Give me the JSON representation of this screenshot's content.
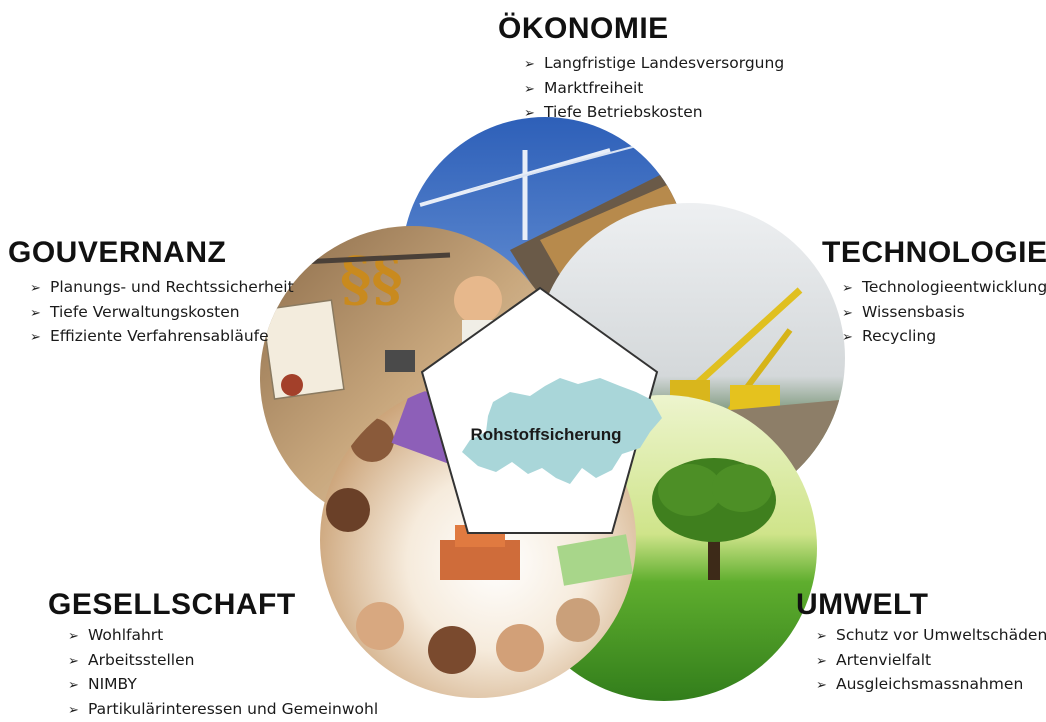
{
  "center": {
    "label": "Rohstoffsicherung"
  },
  "sections": {
    "oekonomie": {
      "title": "ÖKONOMIE",
      "items": [
        "Langfristige Landesversorgung",
        "Marktfreiheit",
        "Tiefe Betriebskosten"
      ]
    },
    "gouvernanz": {
      "title": "GOUVERNANZ",
      "items": [
        "Planungs- und Rechtssicherheit",
        "Tiefe Verwaltungskosten",
        "Effiziente Verfahrensabläufe"
      ]
    },
    "technologie": {
      "title": "TECHNOLOGIE",
      "items": [
        "Technologieentwicklung",
        "Wissensbasis",
        "Recycling"
      ]
    },
    "gesellschaft": {
      "title": "GESELLSCHAFT",
      "items": [
        "Wohlfahrt",
        "Arbeitsstellen",
        "NIMBY",
        "Partikulärinteressen und Gemeinwohl"
      ]
    },
    "umwelt": {
      "title": "UMWELT",
      "items": [
        "Schutz vor Umweltschäden",
        "Artenvielfalt",
        "Ausgleichsmassnahmen"
      ]
    }
  },
  "bullet_icon": "arrow-bullet-icon",
  "colors": {
    "switzerland_map": "#a9d6d9",
    "pentagon_fill": "#ffffff",
    "pentagon_stroke": "#333333",
    "economy_sky": "#3f74c9",
    "governance_bg": "#c8ab84",
    "technology_sky": "#e6e8ea",
    "environment_grass": "#4f9b2c",
    "society_bg": "#f2e6d6"
  }
}
